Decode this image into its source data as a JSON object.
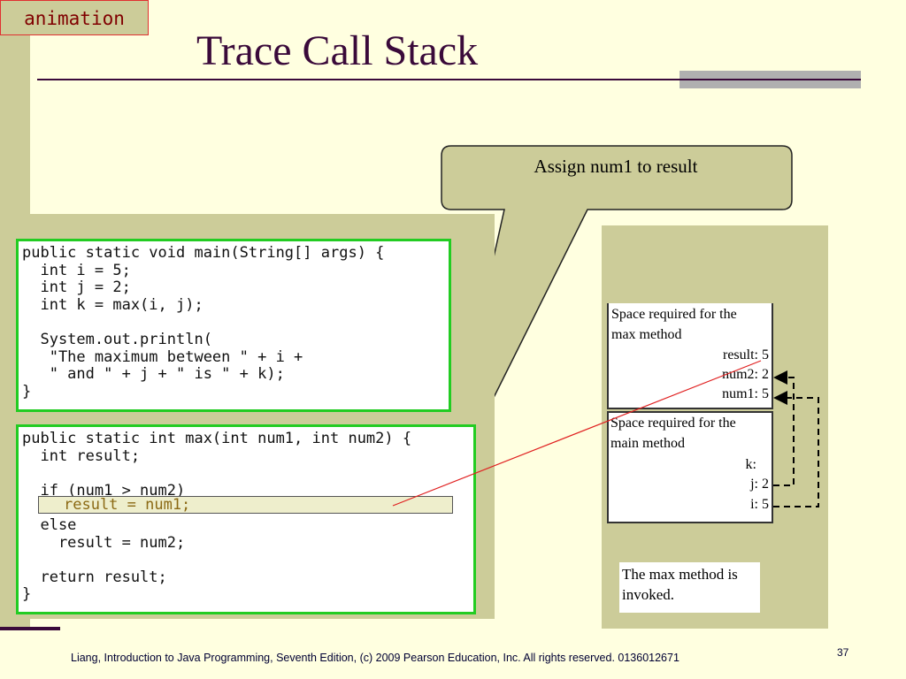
{
  "animation_tag": "animation",
  "title": "Trace Call Stack",
  "callout": "Assign num1 to result",
  "main_code": [
    "public static void main(String[] args) {",
    "  int i = 5;",
    "  int j = 2;",
    "  int k = max(i, j);",
    "",
    "  System.out.println(",
    "   \"The maximum between \" + i +",
    "   \" and \" + j + \" is \" + k);",
    "}"
  ],
  "max_code": [
    "public static int max(int num1, int num2) {",
    "  int result;",
    "",
    "  if (num1 > num2)",
    "",
    "  else",
    "    result = num2;",
    "",
    "  return result;",
    "}"
  ],
  "highlighted_line": "result = num1;",
  "stack": {
    "max_frame": {
      "heading_line1": "Space required for the",
      "heading_line2": "max method",
      "result": "result: 5",
      "num2": "num2: 2",
      "num1": "num1: 5"
    },
    "main_frame": {
      "heading_line1": "Space required for the",
      "heading_line2": "main method",
      "k": "k:",
      "j": "j: 2",
      "i": "i: 5"
    }
  },
  "invoked_note": "The max method is invoked.",
  "footer": "Liang, Introduction to Java Programming, Seventh Edition, (c) 2009 Pearson Education, Inc. All rights reserved. 0136012671",
  "page_number": "37",
  "colors": {
    "background": "#FFFFE0",
    "panel": "#CCCC99",
    "code_border": "#22CC22",
    "title": "#3A0A3A",
    "arrow": "#E02020"
  }
}
